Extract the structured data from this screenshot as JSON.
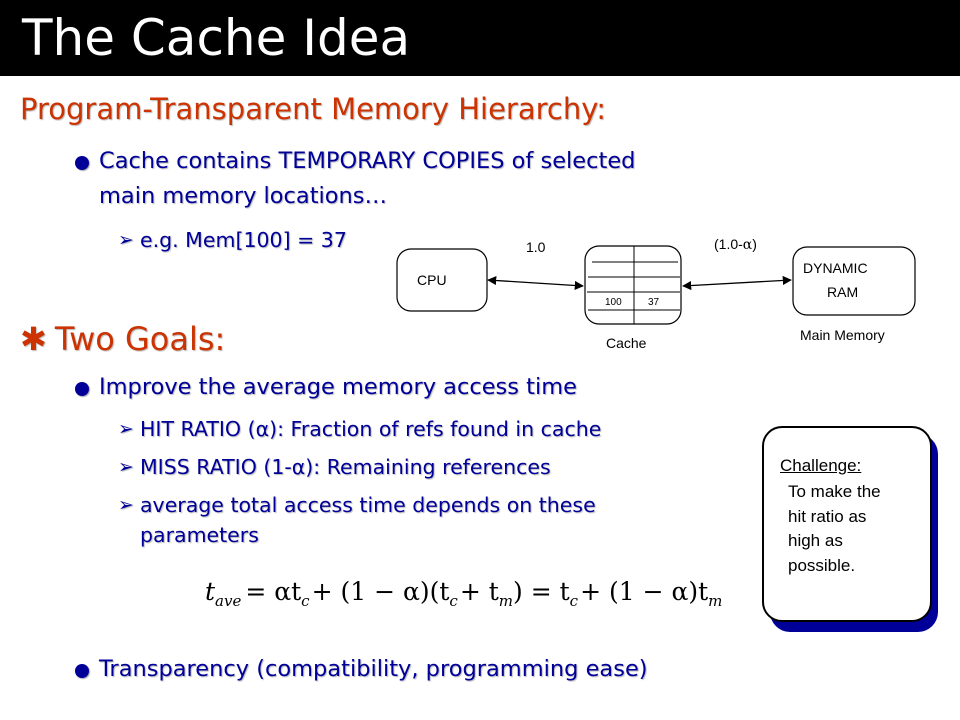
{
  "slide": {
    "title": "The Cache Idea",
    "heading": "Program-Transparent  Memory Hierarchy:",
    "bullet1": "Cache contains TEMPORARY COPIES of selected",
    "bullet1_cont": "main memory locations…",
    "example": "e.g. Mem[100] =  37",
    "goals_star": "✱",
    "goals_heading": "Two Goals:",
    "goal1": "Improve the average memory access time",
    "hit_before": "HIT RATIO (",
    "hit_after": "):  Fraction of refs found in cache",
    "miss_before": "MISS RATIO (1-",
    "miss_after": "):  Remaining references",
    "avg_line1": "average total access time depends on these",
    "avg_line2": "parameters",
    "goal2": "Transparency (compatibility, programming ease)",
    "alpha": "α"
  },
  "diagram": {
    "cpu_label": "CPU",
    "cache_label": "Cache",
    "cache_address": "100",
    "cache_data": "37",
    "ram_label_line1": "DYNAMIC",
    "ram_label_line2": "RAM",
    "main_memory_label": "Main Memory",
    "cpu_cache_rate": "1.0",
    "cache_mem_rate_open": "(1.0-",
    "cache_mem_rate_close": ")"
  },
  "challenge": {
    "title": "Challenge:",
    "line1": "To make the",
    "line2": "hit ratio as",
    "line3": "high as",
    "line4": "possible."
  },
  "formula": {
    "lhs": "t",
    "lhs_sub": "ave",
    "rhs_1": "= αt",
    "t_sub_c": "c",
    "rhs_2": "+ (1 − α)(t",
    "rhs_3": "+ t",
    "t_sub_m": "m",
    "rhs_4": ") = t",
    "rhs_5": "+ (1 − α)t"
  },
  "colors": {
    "title_bar": "#000000",
    "heading": "#cc3300",
    "body_text": "#000099",
    "challenge_shadow": "#000099"
  }
}
